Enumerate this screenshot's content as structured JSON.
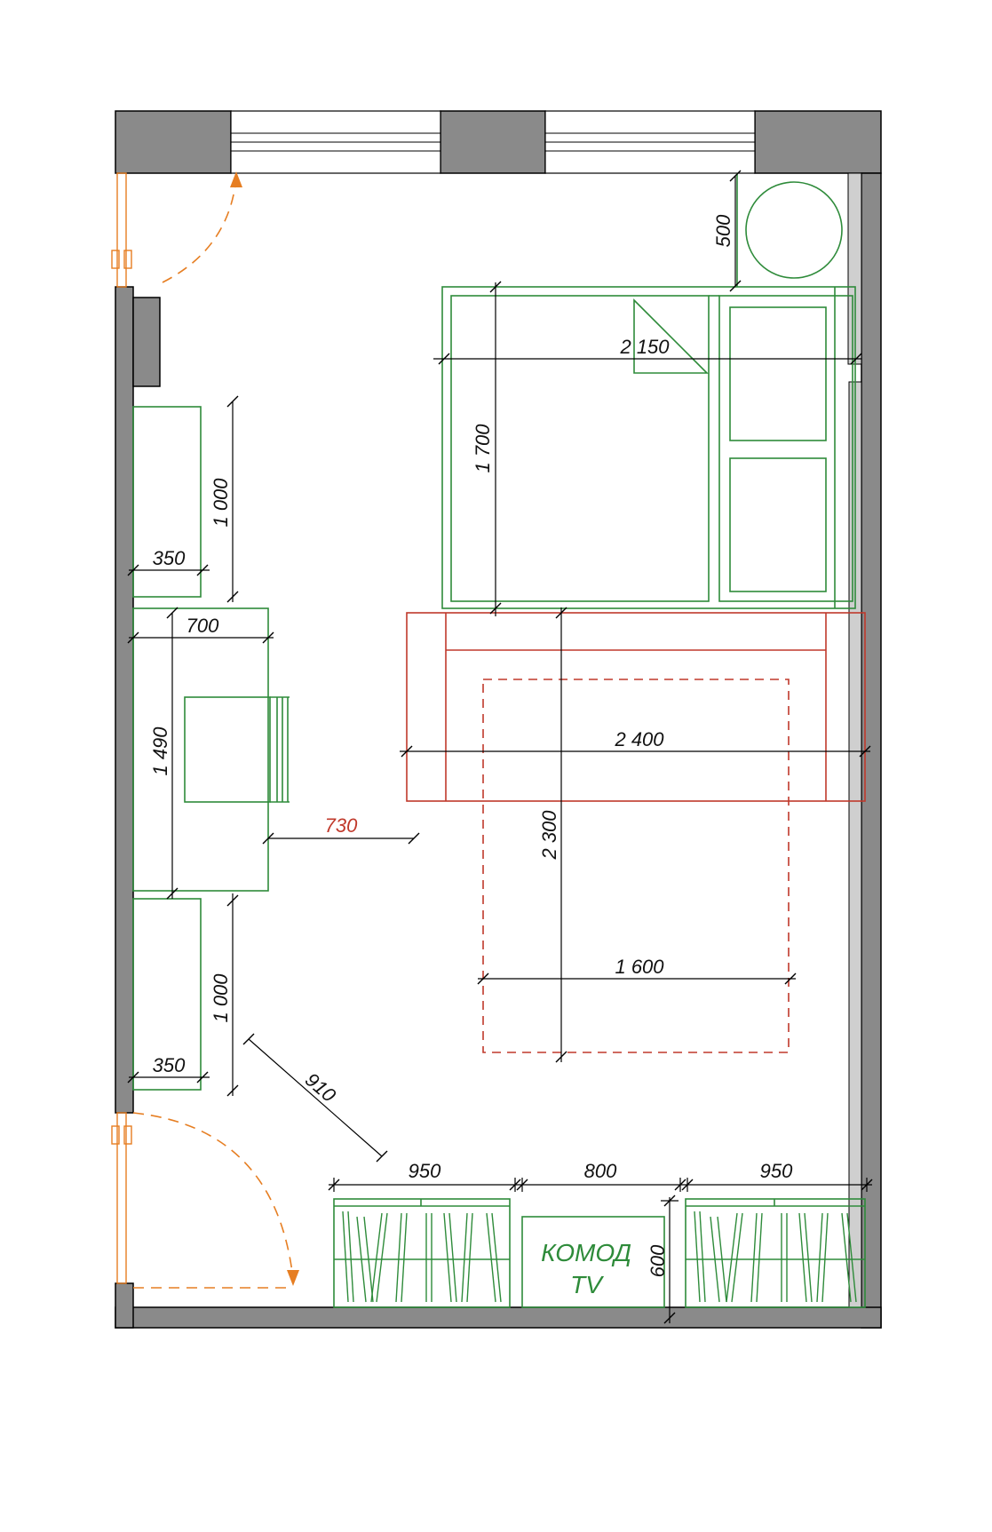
{
  "plan": {
    "dimensions": {
      "table_width": "500",
      "bed_width": "2 150",
      "bed_length": "1 700",
      "cabinet_top_length": "1 000",
      "cabinet_top_depth": "350",
      "desk_width": "700",
      "desk_length": "1 490",
      "clearance_red": "730",
      "sofa_width": "2 400",
      "rug_length": "2 300",
      "rug_width": "1 600",
      "cabinet_bottom_length": "1 000",
      "cabinet_bottom_depth": "350",
      "diagonal_clearance": "910",
      "shelf_left_width": "950",
      "dresser_width": "800",
      "shelf_right_width": "950",
      "dresser_depth": "600"
    },
    "dresser_label_line1": "КОМОД",
    "dresser_label_line2": "TV"
  },
  "colors": {
    "wall": "#8a8a8a",
    "furniture": "#2e8b3a",
    "sofa": "#c0392b",
    "door": "#e67e22"
  }
}
